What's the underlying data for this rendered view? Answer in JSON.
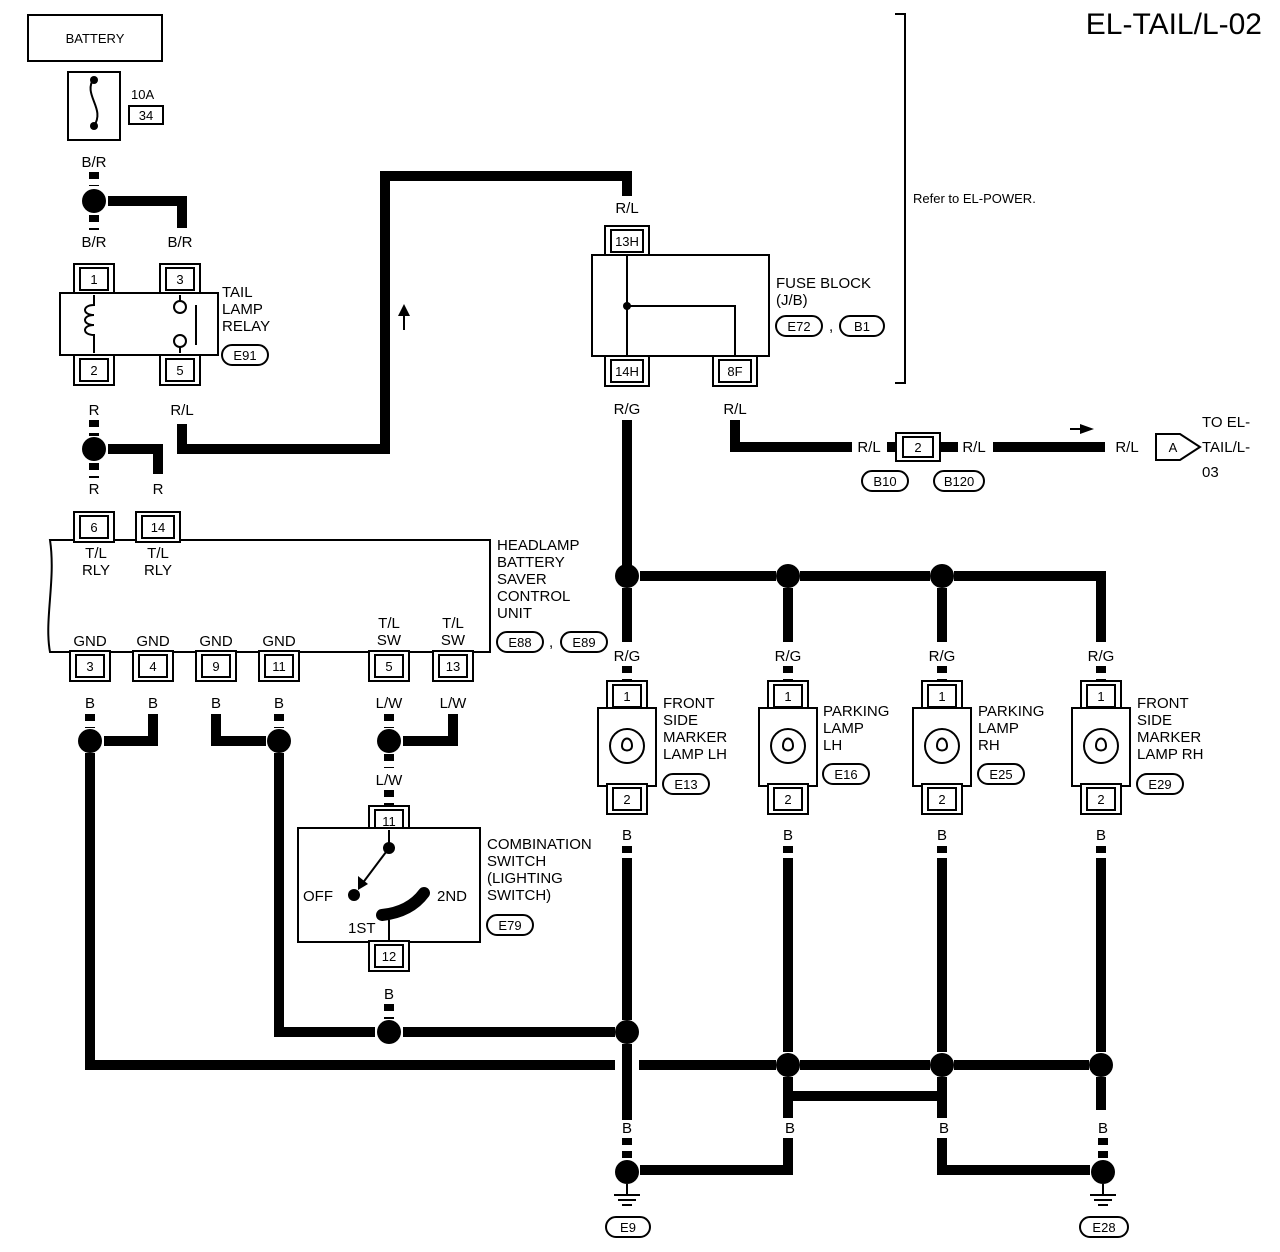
{
  "page_id": "EL-TAIL/L-02",
  "refer_note": "Refer to EL-POWER.",
  "battery": {
    "label": "BATTERY",
    "fuse_rating": "10A",
    "fuse_number": "34"
  },
  "wire_colors": {
    "br": "B/R",
    "r": "R",
    "rl": "R/L",
    "rg": "R/G",
    "b": "B",
    "lw": "L/W"
  },
  "relay": {
    "name": [
      "TAIL",
      "LAMP",
      "RELAY"
    ],
    "connector": "E91",
    "pins": [
      "1",
      "3",
      "2",
      "5"
    ]
  },
  "fuse_block": {
    "name": [
      "FUSE BLOCK",
      "(J/B)"
    ],
    "connectors": [
      "E72",
      "B1"
    ],
    "pins": [
      "13H",
      "14H",
      "8F"
    ]
  },
  "joint": {
    "pin": "2",
    "connectors": [
      "B10",
      "B120"
    ],
    "to_arrow": "A",
    "to_text": [
      "TO EL-",
      "TAIL/L-",
      "03"
    ]
  },
  "control_unit": {
    "name": [
      "HEADLAMP",
      "BATTERY",
      "SAVER",
      "CONTROL",
      "UNIT"
    ],
    "connectors": [
      "E88",
      "E89"
    ],
    "top_pins": [
      {
        "pin": "6",
        "label": [
          "T/L",
          "RLY"
        ]
      },
      {
        "pin": "14",
        "label": [
          "T/L",
          "RLY"
        ]
      }
    ],
    "bottom_pins": [
      {
        "pin": "3",
        "label": [
          "GND"
        ]
      },
      {
        "pin": "4",
        "label": [
          "GND"
        ]
      },
      {
        "pin": "9",
        "label": [
          "GND"
        ]
      },
      {
        "pin": "11",
        "label": [
          "GND"
        ]
      },
      {
        "pin": "5",
        "label": [
          "T/L",
          "SW"
        ]
      },
      {
        "pin": "13",
        "label": [
          "T/L",
          "SW"
        ]
      }
    ]
  },
  "combo_switch": {
    "name": [
      "COMBINATION",
      "SWITCH",
      "(LIGHTING",
      "SWITCH)"
    ],
    "connector": "E79",
    "pins": [
      "11",
      "12"
    ],
    "positions": [
      "OFF",
      "1ST",
      "2ND"
    ]
  },
  "lamps": [
    {
      "name": [
        "FRONT",
        "SIDE",
        "MARKER",
        "LAMP LH"
      ],
      "connector": "E13"
    },
    {
      "name": [
        "PARKING",
        "LAMP",
        "LH"
      ],
      "connector": "E16"
    },
    {
      "name": [
        "PARKING",
        "LAMP",
        "RH"
      ],
      "connector": "E25"
    },
    {
      "name": [
        "FRONT",
        "SIDE",
        "MARKER",
        "LAMP RH"
      ],
      "connector": "E29"
    }
  ],
  "lamp_pins": [
    "1",
    "2"
  ],
  "grounds": [
    "E9",
    "E28"
  ],
  "separator": ","
}
